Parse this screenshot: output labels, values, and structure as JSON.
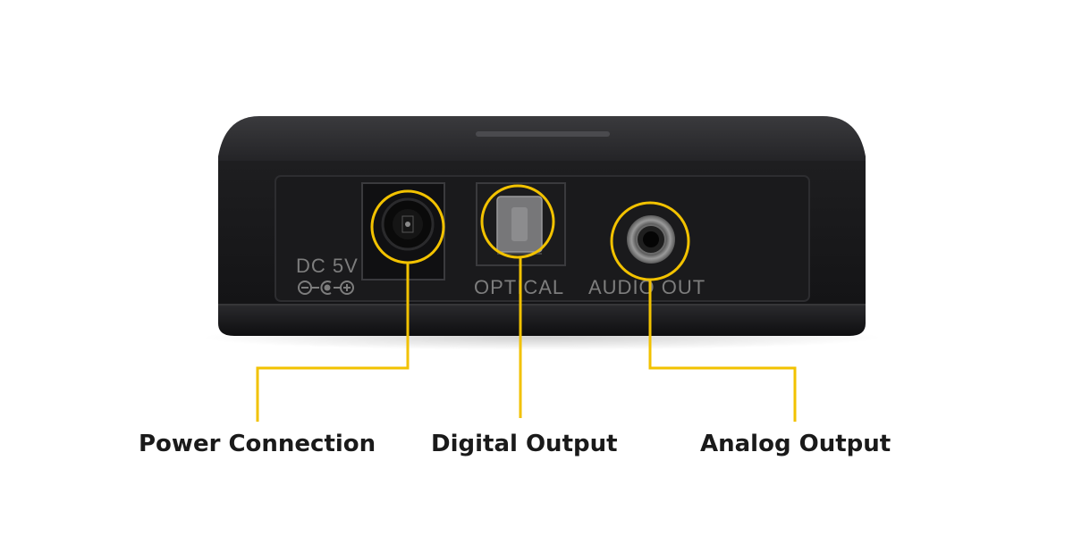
{
  "device": {
    "panel_labels": {
      "dc": "DC 5V",
      "optical": "OPTICAL",
      "audio_out": "AUDIO OUT"
    },
    "polarity_icon": "dc-polarity-icon"
  },
  "callouts": [
    {
      "label": "Power Connection",
      "port": "dc-power-jack"
    },
    {
      "label": "Digital Output",
      "port": "optical-port"
    },
    {
      "label": "Analog Output",
      "port": "analog-audio-jack"
    }
  ],
  "colors": {
    "callout": "#f2c200",
    "device_body": "#1c1c1e",
    "panel_text": "#7d7d7d",
    "callout_text": "#1a1a1a"
  }
}
